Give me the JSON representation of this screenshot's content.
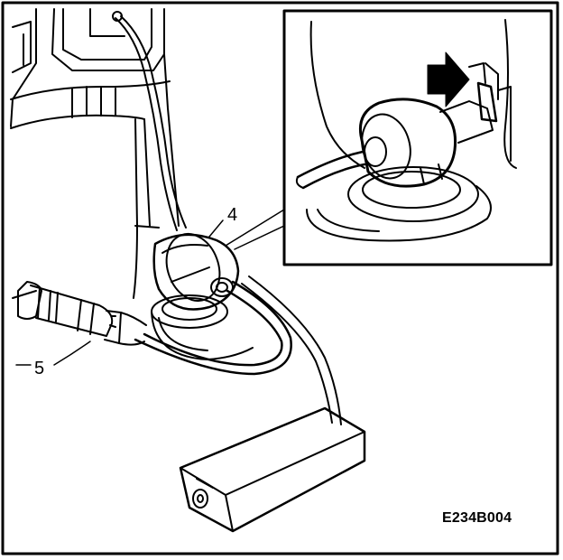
{
  "diagram": {
    "callouts": [
      {
        "id": "4",
        "text": "4"
      },
      {
        "id": "5",
        "text": "5"
      }
    ],
    "figure_code": "E234B004",
    "icons": [
      "push-arrow-icon"
    ],
    "colors": {
      "ink": "#000000",
      "paper": "#ffffff"
    }
  }
}
